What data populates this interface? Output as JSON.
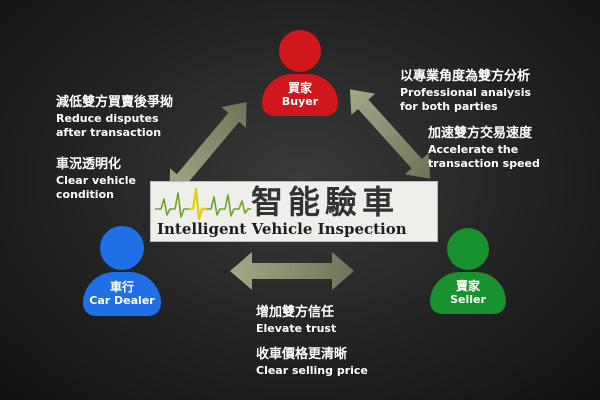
{
  "buyer": {
    "zh": "買家",
    "en": "Buyer",
    "color": "#d0171b",
    "icon": "person-icon"
  },
  "dealer": {
    "zh": "車行",
    "en": "Car Dealer",
    "color": "#1f6fe6",
    "icon": "person-icon"
  },
  "seller": {
    "zh": "賣家",
    "en": "Seller",
    "color": "#17922e",
    "icon": "person-icon"
  },
  "logo": {
    "zh": "智能驗車",
    "en": "Intelligent Vehicle Inspection",
    "icon": "heartbeat-pulse-icon"
  },
  "benefits": {
    "disputes": {
      "zh": "減低雙方買賣後爭拗",
      "en_line1": "Reduce disputes",
      "en_line2": "after transaction"
    },
    "condition": {
      "zh": "車況透明化",
      "en_line1": "Clear vehicle",
      "en_line2": "condition"
    },
    "professional": {
      "zh": "以專業角度為雙方分析",
      "en_line1": "Professional analysis",
      "en_line2": "for both parties"
    },
    "speed": {
      "zh": "加速雙方交易速度",
      "en_line1": "Accelerate the",
      "en_line2": "transaction speed"
    },
    "trust": {
      "zh": "增加雙方信任",
      "en": "Elevate trust"
    },
    "price": {
      "zh": "收車價格更清晰",
      "en": "Clear selling price"
    }
  },
  "arrows": {
    "color": "#8c9170",
    "icon": "double-arrow-icon"
  }
}
